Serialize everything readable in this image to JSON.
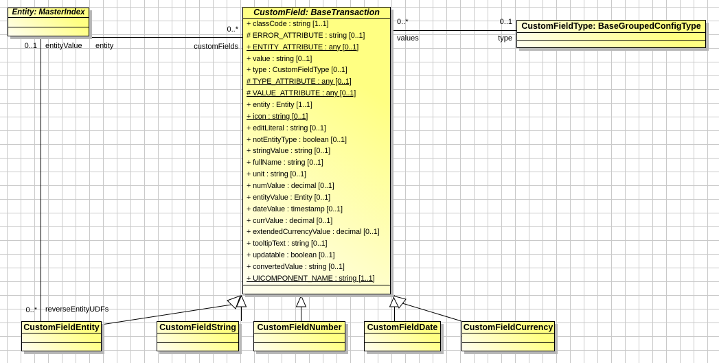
{
  "diagram": {
    "entity_class": {
      "title": "Entity: MasterIndex"
    },
    "custom_field_class": {
      "title": "CustomField: BaseTransaction",
      "attributes": [
        {
          "text": "+ classCode : string [1..1]",
          "underline": false
        },
        {
          "text": "# ERROR_ATTRIBUTE : string [0..1]",
          "underline": false
        },
        {
          "text": "+ ENTITY_ATTRIBUTE : any [0..1]",
          "underline": true
        },
        {
          "text": "+ value : string [0..1]",
          "underline": false
        },
        {
          "text": "+ type : CustomFieldType [0..1]",
          "underline": false
        },
        {
          "text": "# TYPE_ATTRIBUTE : any [0..1]",
          "underline": true
        },
        {
          "text": "# VALUE_ATTRIBUTE : any [0..1]",
          "underline": true
        },
        {
          "text": "+ entity : Entity [1..1]",
          "underline": false
        },
        {
          "text": "+ icon : string [0..1]",
          "underline": true
        },
        {
          "text": "+ editLiteral : string [0..1]",
          "underline": false
        },
        {
          "text": "+ notEntityType : boolean [0..1]",
          "underline": false
        },
        {
          "text": "+ stringValue : string [0..1]",
          "underline": false
        },
        {
          "text": "+ fullName : string [0..1]",
          "underline": false
        },
        {
          "text": "+ unit : string [0..1]",
          "underline": false
        },
        {
          "text": "+ numValue : decimal [0..1]",
          "underline": false
        },
        {
          "text": "+ entityValue : Entity [0..1]",
          "underline": false
        },
        {
          "text": "+ dateValue : timestamp [0..1]",
          "underline": false
        },
        {
          "text": "+ currValue : decimal [0..1]",
          "underline": false
        },
        {
          "text": "+ extendedCurrencyValue : decimal [0..1]",
          "underline": false
        },
        {
          "text": "+ tooltipText : string [0..1]",
          "underline": false
        },
        {
          "text": "+ updatable : boolean [0..1]",
          "underline": false
        },
        {
          "text": "+ convertedValue : string [0..1]",
          "underline": false
        },
        {
          "text": "+ UICOMPONENT_NAME : string [1..1]",
          "underline": true
        }
      ]
    },
    "custom_field_type_class": {
      "title": "CustomFieldType: BaseGroupedConfigType"
    },
    "subclasses": [
      {
        "title": "CustomFieldEntity"
      },
      {
        "title": "CustomFieldString"
      },
      {
        "title": "CustomFieldNumber"
      },
      {
        "title": "CustomFieldDate"
      },
      {
        "title": "CustomFieldCurrency"
      }
    ],
    "edge_labels": {
      "entity_value_mult": "0..1",
      "entity_value_role": "entityValue",
      "entity_role": "entity",
      "custom_fields_role": "customFields",
      "custom_fields_mult": "0..*",
      "values_mult": "0..*",
      "values_role": "values",
      "type_mult": "0..1",
      "type_role": "type",
      "reverse_entity_udfs_mult": "0..*",
      "reverse_entity_udfs_role": "reverseEntityUDFs"
    },
    "colors": {
      "box_fill_light": "#fffef2",
      "box_fill_yellow": "#ffff82",
      "box_border": "#000000",
      "box_shadow": "#b8b8b8",
      "grid_line": "#c9c9c9"
    }
  }
}
